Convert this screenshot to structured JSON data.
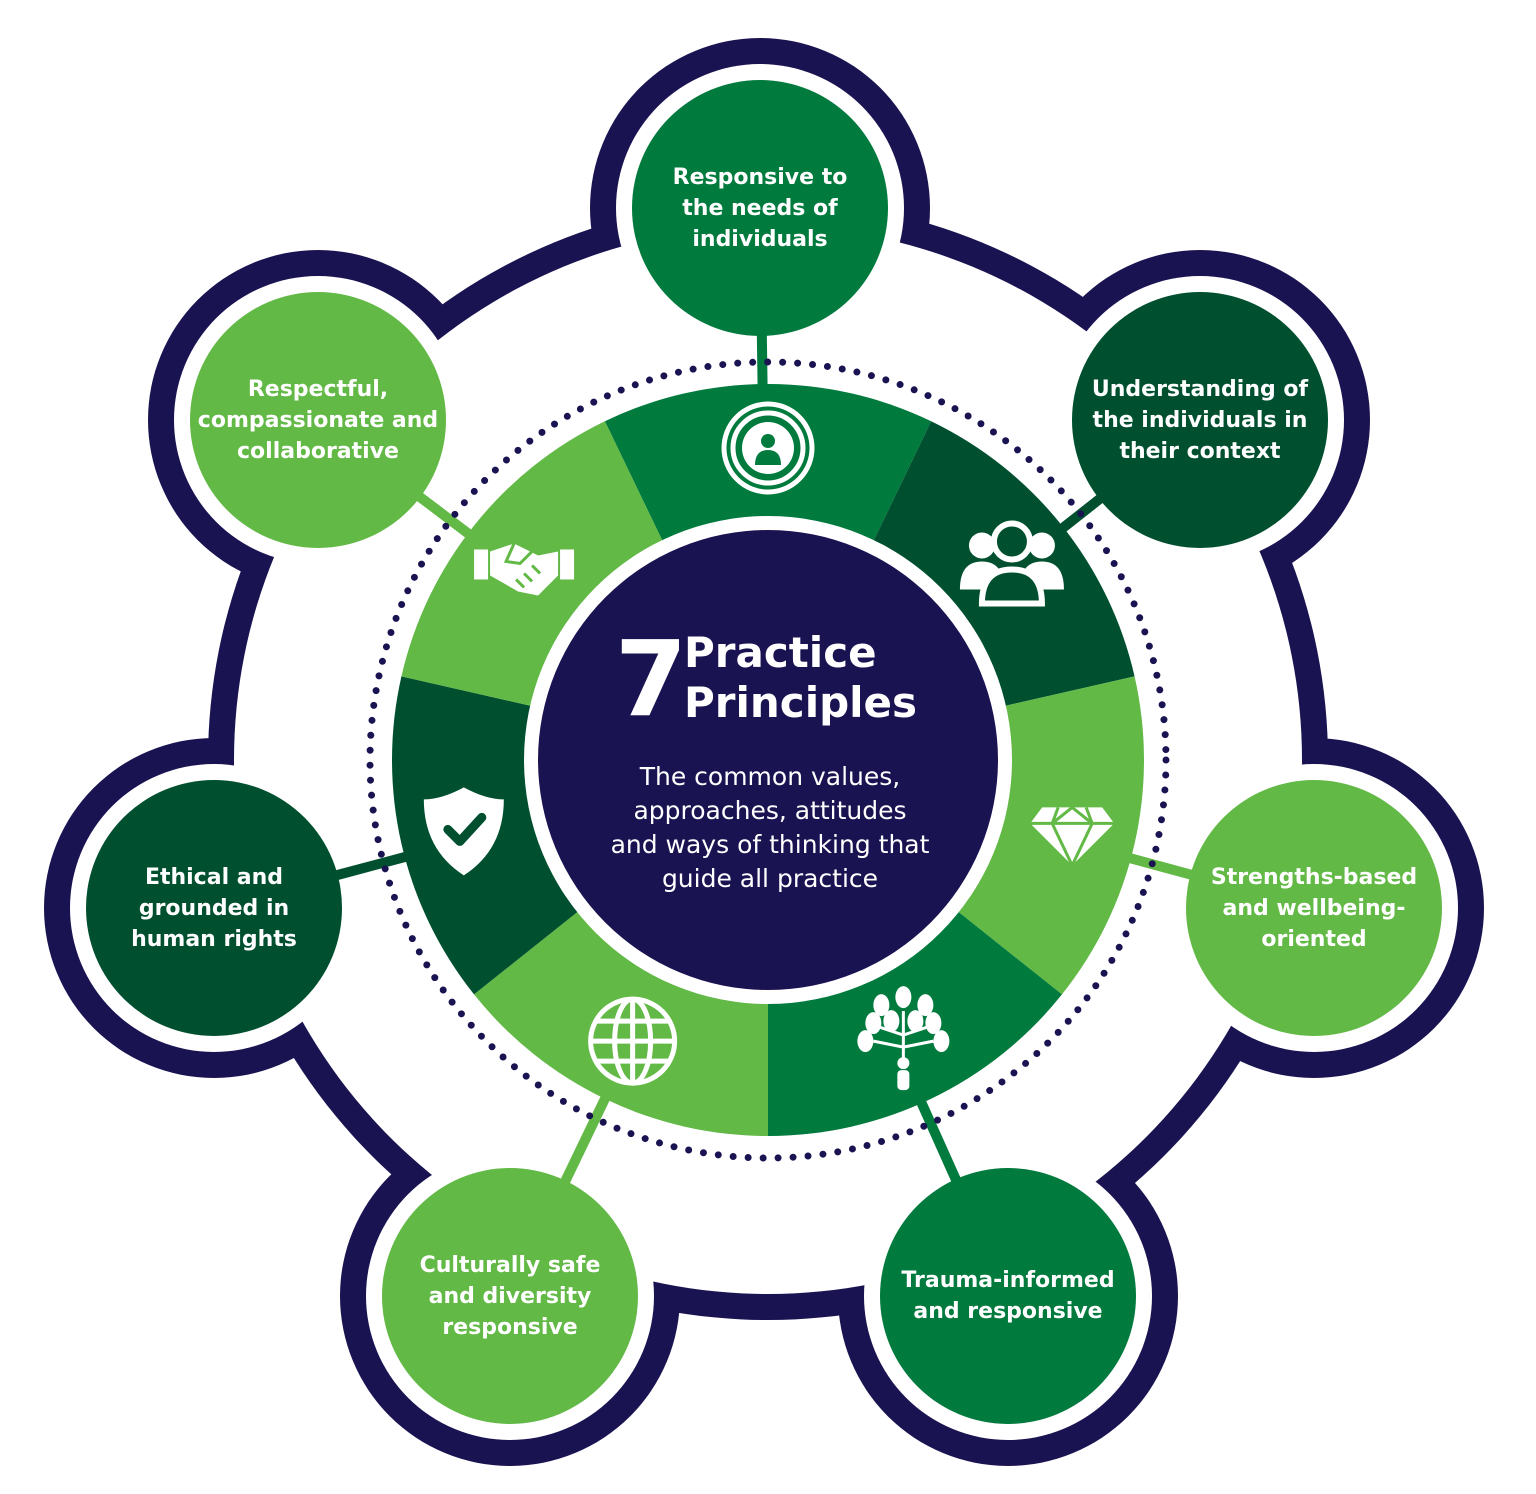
{
  "center": {
    "number": "7",
    "title": "Practice\nPrinciples",
    "subtitle": "The common values,\napproaches, attitudes\nand ways of thinking that\nguide all practice"
  },
  "principles": [
    {
      "label": "Responsive to\nthe needs of\nindividuals",
      "icon": "person-target-icon",
      "color": "#007a3d"
    },
    {
      "label": "Understanding of\nthe individuals in\ntheir context",
      "icon": "people-group-icon",
      "color": "#00502f"
    },
    {
      "label": "Strengths-based\nand wellbeing-\noriented",
      "icon": "diamond-icon",
      "color": "#62b946"
    },
    {
      "label": "Trauma-informed\nand responsive",
      "icon": "tree-person-icon",
      "color": "#007a3d"
    },
    {
      "label": "Culturally safe\nand diversity\nresponsive",
      "icon": "globe-icon",
      "color": "#62b946"
    },
    {
      "label": "Ethical and\ngrounded in\nhuman rights",
      "icon": "shield-check-icon",
      "color": "#00502f"
    },
    {
      "label": "Respectful,\ncompassionate and\ncollaborative",
      "icon": "handshake-icon",
      "color": "#62b946"
    }
  ],
  "colors": {
    "navy": "#1a1352",
    "dark_green": "#00502f",
    "mid_green": "#007a3d",
    "light_green": "#62b946",
    "white": "#ffffff"
  }
}
